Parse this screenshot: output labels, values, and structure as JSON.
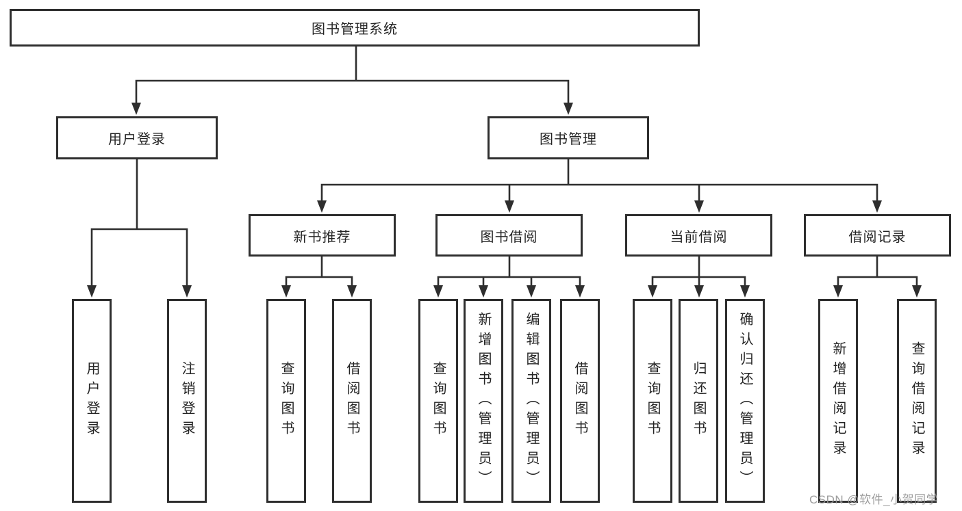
{
  "diagram": {
    "root": {
      "label": "图书管理系统"
    },
    "level2": [
      {
        "label": "用户登录"
      },
      {
        "label": "图书管理"
      }
    ],
    "level3": [
      {
        "label": "新书推荐"
      },
      {
        "label": "图书借阅"
      },
      {
        "label": "当前借阅"
      },
      {
        "label": "借阅记录"
      }
    ],
    "leaves": [
      {
        "label": "用户登录"
      },
      {
        "label": "注销登录"
      },
      {
        "label": "查询图书"
      },
      {
        "label": "借阅图书"
      },
      {
        "label": "查询图书"
      },
      {
        "label": "新增图书（管理员）"
      },
      {
        "label": "编辑图书（管理员）"
      },
      {
        "label": "借阅图书"
      },
      {
        "label": "查询图书"
      },
      {
        "label": "归还图书"
      },
      {
        "label": "确认归还（管理员）"
      },
      {
        "label": "新增借阅记录"
      },
      {
        "label": "查询借阅记录"
      }
    ]
  },
  "colors": {
    "line": "#2e2e2e",
    "box_border": "#2e2e2e",
    "text": "#242424",
    "background": "#ffffff",
    "watermark": "#969696"
  },
  "watermark": {
    "text": "CSDN @软件_小贺同学"
  }
}
